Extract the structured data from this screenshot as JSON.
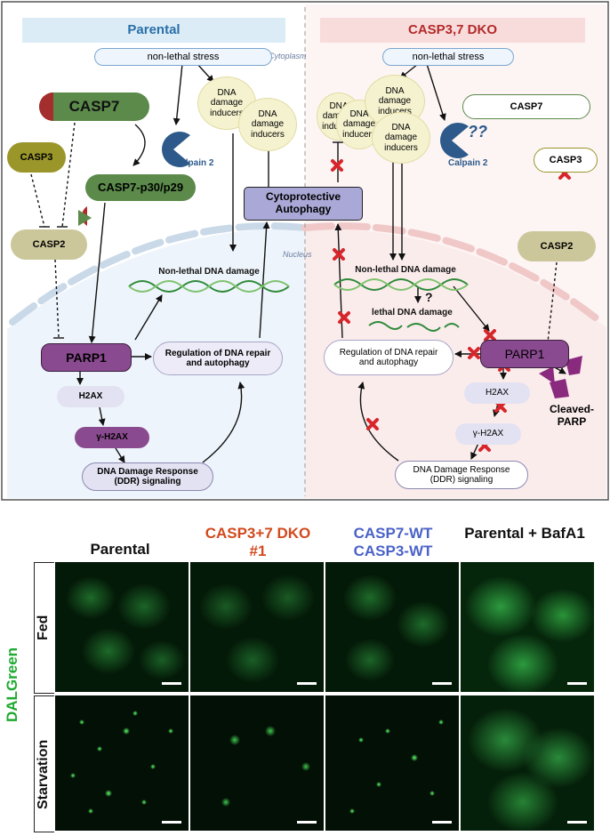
{
  "diagram": {
    "left_panel": {
      "header": "Parental",
      "cytoplasm_label": "Cytoplasm",
      "nucleus_label": "Nucleus",
      "stress": "non-lethal stress",
      "casp7": "CASP7",
      "calpain": "Calpain 2",
      "dna_inducers": "DNA damage inducers",
      "casp3": "CASP3",
      "casp7_cleaved": "CASP7-p30/p29",
      "autophagy": "Cytoprotective Autophagy",
      "casp2": "CASP2",
      "nonlethal_dna": "Non-lethal DNA damage",
      "parp1": "PARP1",
      "regulation": "Regulation of DNA repair and  autophagy",
      "h2ax": "H2AX",
      "gh2ax": "γ-H2AX",
      "ddr": "DNA Damage Response (DDR) signaling"
    },
    "right_panel": {
      "header": "CASP3,7 DKO",
      "stress": "non-lethal stress",
      "dna_inducers": "DNA damage inducers",
      "casp7": "CASP7",
      "casp3": "CASP3",
      "calpain": "Calpain 2",
      "question_marks": "??",
      "casp2": "CASP2",
      "nonlethal_dna": "Non-lethal DNA damage",
      "question": "?",
      "lethal_dna": "lethal DNA damage",
      "regulation": "Regulation of DNA repair and  autophagy",
      "parp1": "PARP1",
      "h2ax": "H2AX",
      "gh2ax": "γ-H2AX",
      "cleaved_parp": "Cleaved-PARP",
      "ddr": "DNA Damage Response (DDR) signaling"
    },
    "colors": {
      "parental_header_bg": "#dcecf7",
      "dko_header_bg": "#f8dcdc",
      "casp7_green": "#5b8a4a",
      "parp1_purple": "#8a4a90",
      "autophagy_purple": "#a9a8d6",
      "inhibit_x": "#d7262b"
    }
  },
  "micrographs": {
    "stain_label": "DALGreen",
    "column_headers": [
      "Parental",
      "CASP3+7 DKO #1",
      "CASP7-WT CASP3-WT",
      "Parental + BafA1"
    ],
    "row_labels": [
      "Fed",
      "Starvation"
    ]
  }
}
